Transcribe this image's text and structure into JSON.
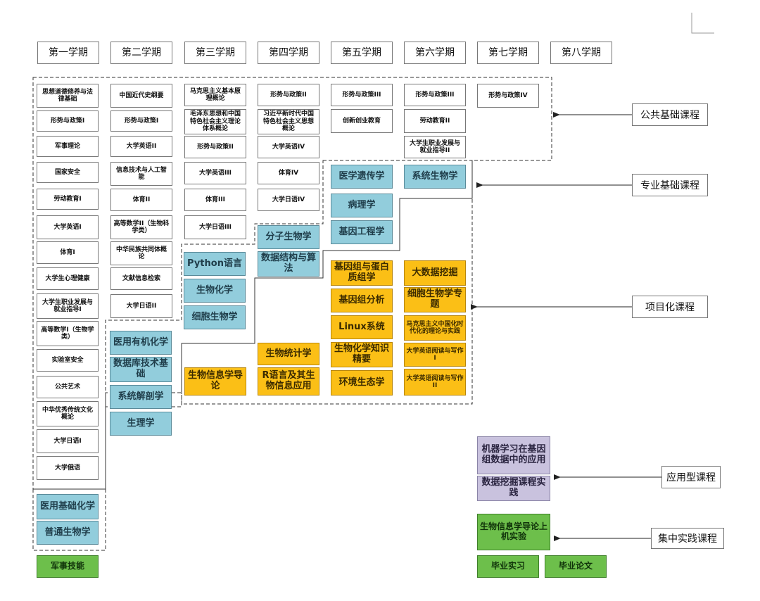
{
  "semesters": [
    "第一学期",
    "第二学期",
    "第三学期",
    "第四学期",
    "第五学期",
    "第六学期",
    "第七学期",
    "第八学期"
  ],
  "categories": {
    "public": "公共基础课程",
    "professional": "专业基础课程",
    "project": "项目化课程",
    "applied": "应用型课程",
    "practice": "集中实践课程"
  },
  "courses": {
    "s1": [
      "思想道德修养与法律基础",
      "形势与政策I",
      "军事理论",
      "国家安全",
      "劳动教育I",
      "大学英语I",
      "体育I",
      "大学生心理健康",
      "大学生职业发展与就业指导I",
      "高等数学I（生物学类）",
      "实验室安全",
      "公共艺术",
      "中华优秀传统文化概论",
      "大学日语I",
      "大学俄语"
    ],
    "s2": [
      "中国近代史纲要",
      "形势与政策I",
      "大学英语II",
      "信息技术与人工智能",
      "体育II",
      "高等数学II（生物科学类）",
      "中华民族共同体概论",
      "文献信息检索",
      "大学日语II"
    ],
    "s3": [
      "马克思主义基本原理概论",
      "毛泽东思想和中国特色社会主义理论体系概论",
      "形势与政策II",
      "大学英语III",
      "体育III",
      "大学日语III"
    ],
    "s4": [
      "形势与政策II",
      "习近平新时代中国特色社会主义思想概论",
      "大学英语IV",
      "体育IV",
      "大学日语IV"
    ],
    "s5": [
      "形势与政策III"
    ],
    "s6": [
      "形势与政策III",
      "劳动教育II",
      "大学生职业发展与就业指导II"
    ],
    "s7": [
      "形势与政策IV"
    ],
    "chuangxin": "创新创业教育",
    "blue": [
      "医用基础化学",
      "普通生物学",
      "医用有机化学",
      "数据库技术基础",
      "系统解剖学",
      "生理学",
      "Python语言",
      "生物化学",
      "细胞生物学",
      "分子生物学",
      "数据结构与算法",
      "医学遗传学",
      "病理学",
      "基因工程学",
      "系统生物学"
    ],
    "orange": [
      "生物信息学导论",
      "生物统计学",
      "R语言及其生物信息应用",
      "基因组与蛋白质组学",
      "基因组分析",
      "Linux系统",
      "生物化学知识精要",
      "环境生态学",
      "大数据挖掘",
      "细胞生物学专题",
      "马克思主义中国化时代化的理论与实践",
      "大学英语阅读与写作I",
      "大学英语阅读与写作II"
    ],
    "purple": [
      "机器学习在基因组数据中的应用",
      "数据挖掘课程实践"
    ],
    "green": [
      "军事技能",
      "生物信息学导论上机实验",
      "毕业实习",
      "毕业论文"
    ]
  }
}
